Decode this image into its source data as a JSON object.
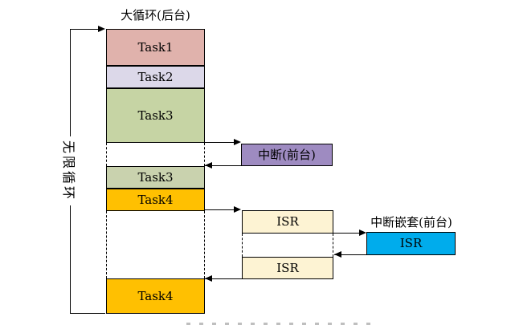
{
  "diagram": {
    "title": "大循环(后台)",
    "infinite_loop_label": "无限循环",
    "nested_interrupt_label": "中断嵌套(前台)",
    "blocks": {
      "task1": "Task1",
      "task2": "Task2",
      "task3": "Task3",
      "task3_repeat": "Task3",
      "task4": "Task4",
      "task4_repeat": "Task4",
      "interrupt_foreground": "中断(前台)",
      "isr_first": "ISR",
      "isr_second": "ISR",
      "isr_nested": "ISR"
    },
    "colors": {
      "task1": "#e0b2ac",
      "task2": "#dcd8e9",
      "task3": "#c6d4a4",
      "task3_repeat": "#c9d2ae",
      "task4": "#ffc001",
      "task4_repeat": "#ffc001",
      "interrupt_foreground": "#9e8bc1",
      "isr": "#fdf3d3",
      "isr_nested": "#00acec",
      "line": "#000000"
    }
  }
}
